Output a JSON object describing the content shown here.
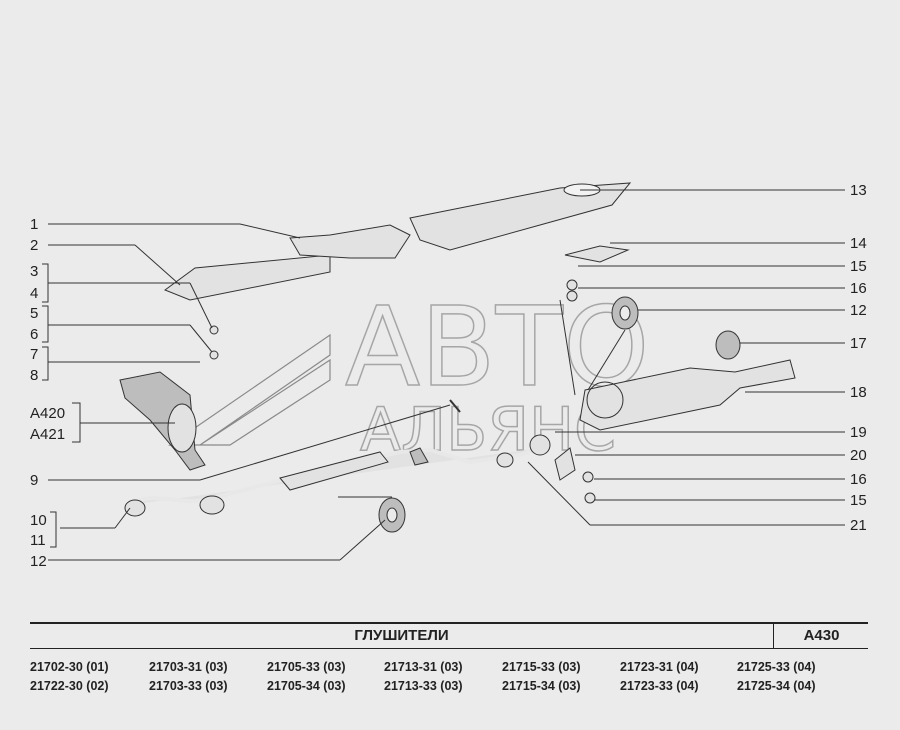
{
  "callouts": [
    {
      "id": "c1",
      "text": "1"
    },
    {
      "id": "c2",
      "text": "2"
    },
    {
      "id": "c3",
      "text": "3"
    },
    {
      "id": "c4",
      "text": "4"
    },
    {
      "id": "c5",
      "text": "5"
    },
    {
      "id": "c6",
      "text": "6"
    },
    {
      "id": "c7",
      "text": "7"
    },
    {
      "id": "c8",
      "text": "8"
    },
    {
      "id": "c9",
      "text": "9"
    },
    {
      "id": "c10",
      "text": "10"
    },
    {
      "id": "c11",
      "text": "11"
    },
    {
      "id": "c12a",
      "text": "12"
    },
    {
      "id": "ca420",
      "text": "A420"
    },
    {
      "id": "ca421",
      "text": "A421"
    },
    {
      "id": "c13",
      "text": "13"
    },
    {
      "id": "c14",
      "text": "14"
    },
    {
      "id": "c15a",
      "text": "15"
    },
    {
      "id": "c16a",
      "text": "16"
    },
    {
      "id": "c12b",
      "text": "12"
    },
    {
      "id": "c17",
      "text": "17"
    },
    {
      "id": "c18",
      "text": "18"
    },
    {
      "id": "c19",
      "text": "19"
    },
    {
      "id": "c20",
      "text": "20"
    },
    {
      "id": "c16b",
      "text": "16"
    },
    {
      "id": "c15b",
      "text": "15"
    },
    {
      "id": "c21",
      "text": "21"
    }
  ],
  "watermark": {
    "line1": "АВТО",
    "line2": "АЛЬЯНС"
  },
  "footer": {
    "title": "ГЛУШИТЕЛИ",
    "sheet_code": "A430",
    "models": [
      [
        "21702-30 (01)",
        "21722-30 (02)"
      ],
      [
        "21703-31 (03)",
        "21703-33 (03)"
      ],
      [
        "21705-33 (03)",
        "21705-34 (03)"
      ],
      [
        "21713-31 (03)",
        "21713-33 (03)"
      ],
      [
        "21715-33 (03)",
        "21715-34 (03)"
      ],
      [
        "21723-31 (04)",
        "21723-33 (04)"
      ],
      [
        "21725-33 (04)",
        "21725-34 (04)"
      ]
    ]
  }
}
